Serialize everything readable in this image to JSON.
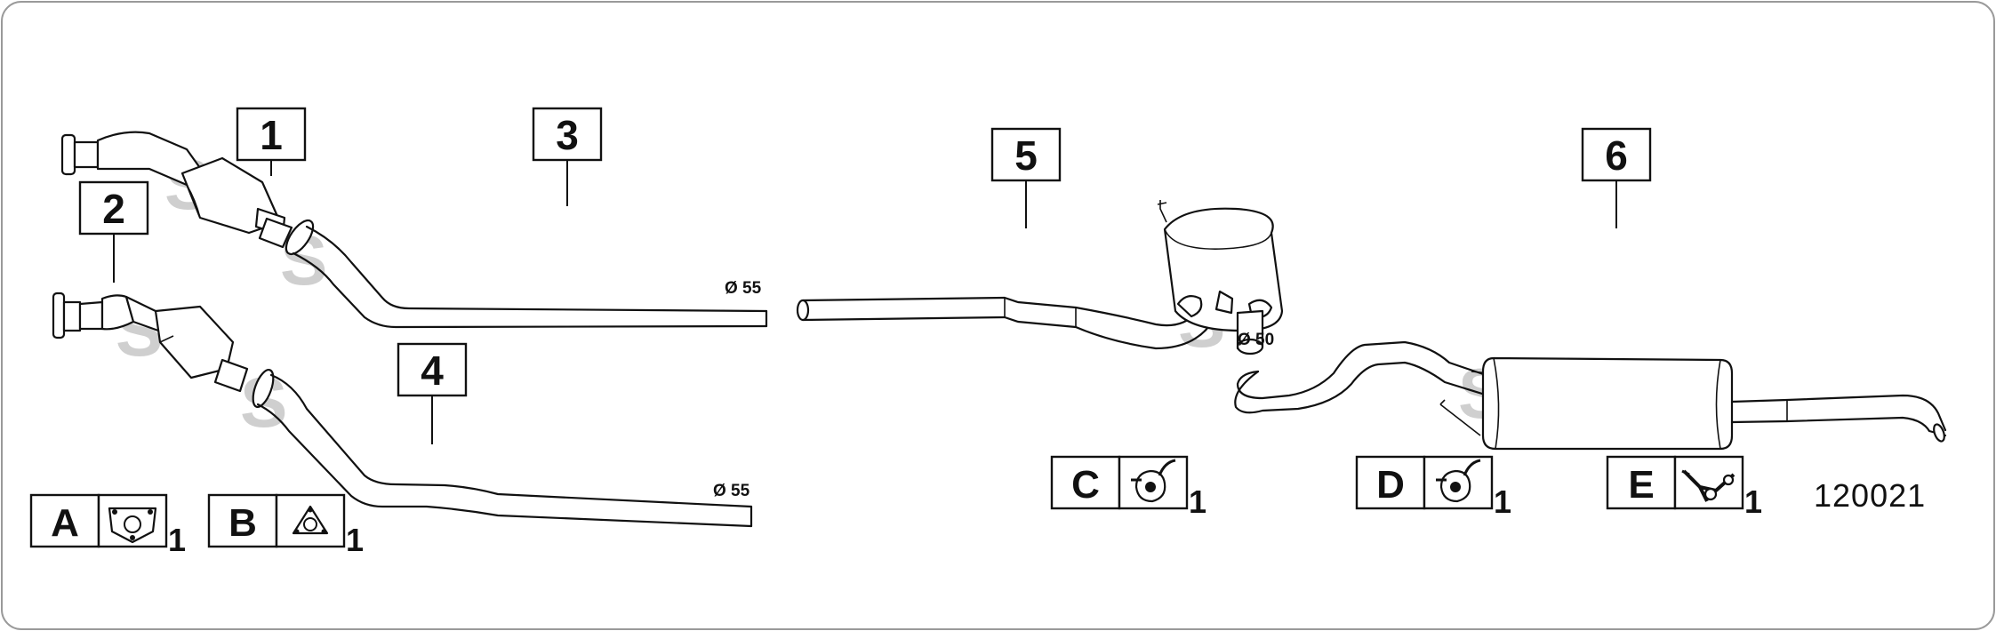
{
  "diagram": {
    "catalog_number": "120021",
    "parts": [
      {
        "id": "part-1",
        "label": "1"
      },
      {
        "id": "part-2",
        "label": "2"
      },
      {
        "id": "part-3",
        "label": "3",
        "diameter": "Ø 55"
      },
      {
        "id": "part-4",
        "label": "4",
        "diameter": "Ø 55"
      },
      {
        "id": "part-5",
        "label": "5",
        "diameter": "Ø 50"
      },
      {
        "id": "part-6",
        "label": "6"
      }
    ],
    "accessories": [
      {
        "letter": "A",
        "qty": "1",
        "icon": "three-hole-gasket-icon"
      },
      {
        "letter": "B",
        "qty": "1",
        "icon": "triangle-gasket-icon"
      },
      {
        "letter": "C",
        "qty": "1",
        "icon": "rubber-hanger-icon"
      },
      {
        "letter": "D",
        "qty": "1",
        "icon": "rubber-hanger-icon"
      },
      {
        "letter": "E",
        "qty": "1",
        "icon": "clamp-bracket-icon"
      }
    ]
  }
}
